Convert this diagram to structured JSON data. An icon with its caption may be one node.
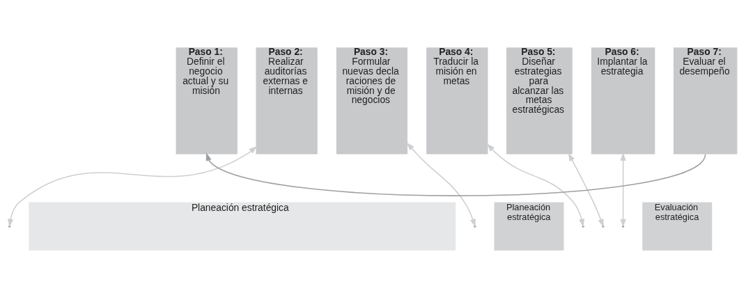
{
  "diagram": {
    "nodes": [
      {
        "text": [
          "Paso 1:",
          "Definir el negocio actual y su misión"
        ]
      },
      {
        "text": [
          "Paso 2:",
          "Realizar auditorías externas e internas"
        ]
      },
      {
        "text": [
          "Paso 3:",
          "Formular nuevas declaraciones de misión y de negocios"
        ]
      },
      {
        "text": [
          "Paso 4:",
          "Traducir la misión en metas"
        ]
      },
      {
        "text": [
          "Paso 5:",
          "Diseñar estrategias para alcanzar las metas estratégicas"
        ]
      },
      {
        "text": [
          "Paso 6:",
          "Implantar la estrategia"
        ]
      },
      {
        "text": [
          "Paso 7:",
          "Evaluar el desempeño"
        ]
      },
      {
        "text": [
          "Planeación estratégica"
        ]
      },
      {
        "text": [
          "Planeación estratégica"
        ]
      },
      {
        "text": [
          "Evaluación estratégica"
        ]
      }
    ],
    "edges": [
      {
        "from": 6,
        "to": 0,
        "arrow": "to",
        "color": "#9d9fa2"
      },
      {
        "from": null,
        "to": 1,
        "arrow": "both"
      },
      {
        "from": null,
        "to": 2,
        "arrow": "both"
      },
      {
        "from": null,
        "to": 3,
        "arrow": "both"
      },
      {
        "from": null,
        "to": 4,
        "arrow": "both"
      },
      {
        "from": null,
        "to": 5,
        "arrow": "both"
      }
    ]
  }
}
